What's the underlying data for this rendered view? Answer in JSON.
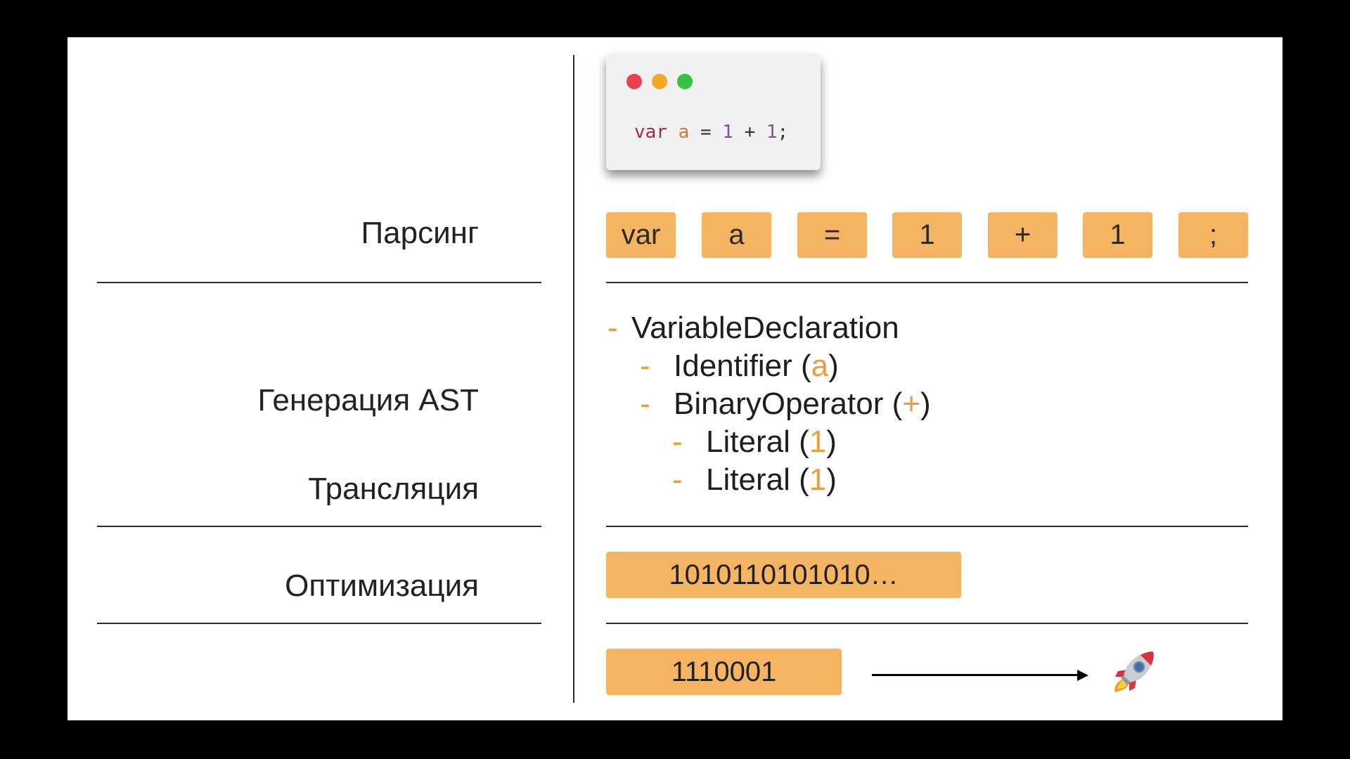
{
  "stages": {
    "parsing": "Парсинг",
    "ast": "Генерация AST",
    "translation": "Трансляция",
    "optimization": "Оптимизация"
  },
  "code": {
    "keyword": "var",
    "identifier": "a",
    "assign": "=",
    "num1": "1",
    "plus": "+",
    "num2": "1",
    "semicolon": ";"
  },
  "tokens": [
    "var",
    "a",
    "=",
    "1",
    "+",
    "1",
    ";"
  ],
  "ast": {
    "dash": "-",
    "root": "VariableDeclaration",
    "identifier_name": "Identifier",
    "identifier_value": "a",
    "binary_name": "BinaryOperator",
    "binary_value": "+",
    "literal1_name": "Literal",
    "literal1_value": "1",
    "literal2_name": "Literal",
    "literal2_value": "1"
  },
  "translation_output": "1010110101010…",
  "optimization_output": "1110001",
  "icons": {
    "result": "rocket-icon"
  },
  "colors": {
    "accent": "#f5b462",
    "dash": "#ef9a3d",
    "close": "#e8414f",
    "minimize": "#f2a928",
    "maximize": "#35c43f"
  }
}
